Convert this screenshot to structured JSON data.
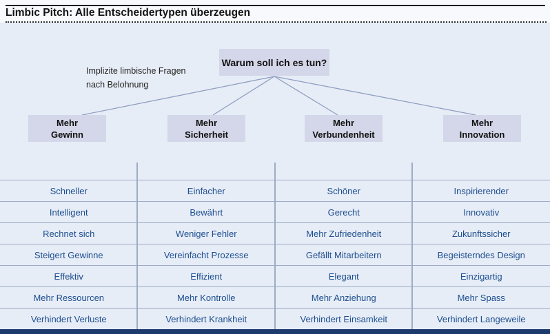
{
  "header": {
    "title": "Limbic Pitch: Alle Entscheidertypen überzeugen"
  },
  "diagram": {
    "question": "Warum soll ich es tun?",
    "annotation": "Implizite limbische Fragen nach Belohnung",
    "branches": [
      {
        "line1": "Mehr",
        "line2": "Gewinn"
      },
      {
        "line1": "Mehr",
        "line2": "Sicherheit"
      },
      {
        "line1": "Mehr",
        "line2": "Verbundenheit"
      },
      {
        "line1": "Mehr",
        "line2": "Innovation"
      }
    ]
  },
  "table": {
    "rows": [
      [
        "Schneller",
        "Einfacher",
        "Schöner",
        "Inspirierender"
      ],
      [
        "Intelligent",
        "Bewährt",
        "Gerecht",
        "Innovativ"
      ],
      [
        "Rechnet sich",
        "Weniger Fehler",
        "Mehr Zufriedenheit",
        "Zukunftssicher"
      ],
      [
        "Steigert Gewinne",
        "Vereinfacht Prozesse",
        "Gefällt Mitarbeitern",
        "Begeisterndes Design"
      ],
      [
        "Effektiv",
        "Effizient",
        "Elegant",
        "Einzigartig"
      ],
      [
        "Mehr Ressourcen",
        "Mehr Kontrolle",
        "Mehr Anziehung",
        "Mehr Spass"
      ],
      [
        "Verhindert Verluste",
        "Verhindert Krankheit",
        "Verhindert Einsamkeit",
        "Verhindert Langeweile"
      ]
    ]
  },
  "colors": {
    "background": "#e7edf6",
    "header_background": "#f7f9fc",
    "box_fill": "#d4d7e9",
    "grid_line": "#9dabc8",
    "connector_line": "#8e9fc2",
    "table_text": "#1d4e91",
    "bottom_bar": "#1d3a6d",
    "title_text": "#131313"
  }
}
